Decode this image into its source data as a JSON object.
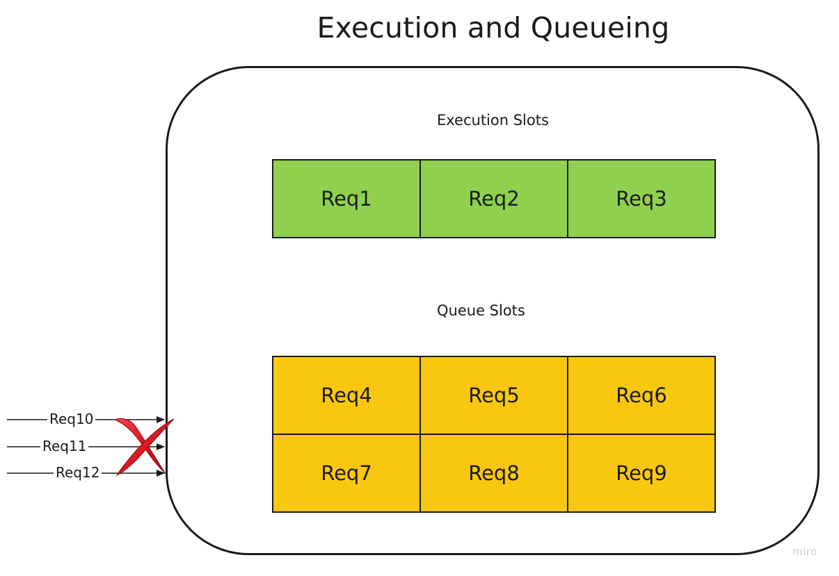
{
  "title": "Execution and Queueing",
  "execution": {
    "label": "Execution Slots",
    "slots": [
      "Req1",
      "Req2",
      "Req3"
    ]
  },
  "queue": {
    "label": "Queue Slots",
    "slots": [
      "Req4",
      "Req5",
      "Req6",
      "Req7",
      "Req8",
      "Req9"
    ]
  },
  "incoming": [
    {
      "label": "Req10"
    },
    {
      "label": "Req11"
    },
    {
      "label": "Req12"
    }
  ],
  "rejected_icon": "cross-mark-icon",
  "watermark": "miro",
  "colors": {
    "execution": "#8fd14f",
    "queue": "#fac710",
    "reject": "#e0161e",
    "outline": "#1a1a1a"
  }
}
